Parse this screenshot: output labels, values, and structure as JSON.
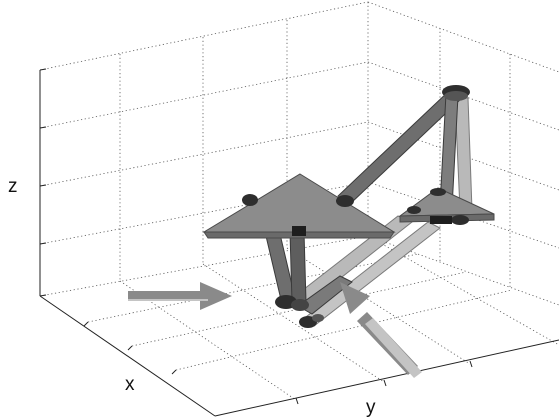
{
  "figure": {
    "axis_labels": {
      "x": "x",
      "y": "y",
      "z": "z"
    },
    "colors": {
      "background": "#ffffff",
      "platform_face": "#8c8c8c",
      "platform_edge": "#5a5a5a",
      "leg_dark": "#6e6e6e",
      "leg_light": "#b9b9b9",
      "joint": "#2e2e2e",
      "arrow": "#8a8a8a",
      "arrow_light": "#c4c4c4",
      "grid": "#555555"
    }
  }
}
